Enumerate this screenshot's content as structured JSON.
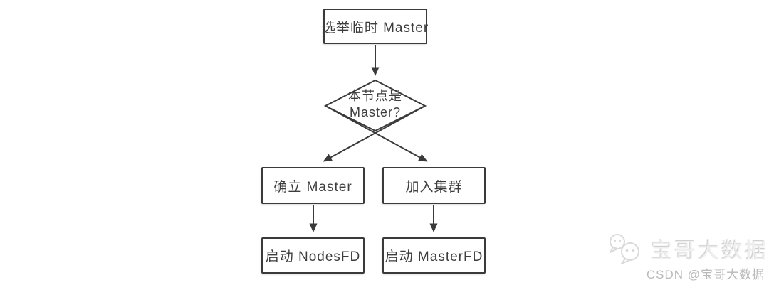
{
  "flowchart": {
    "nodes": {
      "elect_label": "选举临时 Master",
      "decision_line1": "本节点是",
      "decision_line2": "Master?",
      "establish_label": "确立 Master",
      "join_label": "加入集群",
      "nodesfd_label": "启动 NodesFD",
      "masterfd_label": "启动 MasterFD"
    },
    "colors": {
      "stroke": "#3a3a3a",
      "text": "#3d3d3d",
      "node_fill": "#ffffff"
    }
  },
  "watermark": {
    "icon": "wechat-icon",
    "brand": "宝哥大数据",
    "credit": "CSDN @宝哥大数据",
    "brand_color": "#efefef",
    "credit_color": "#b9b9b9"
  }
}
